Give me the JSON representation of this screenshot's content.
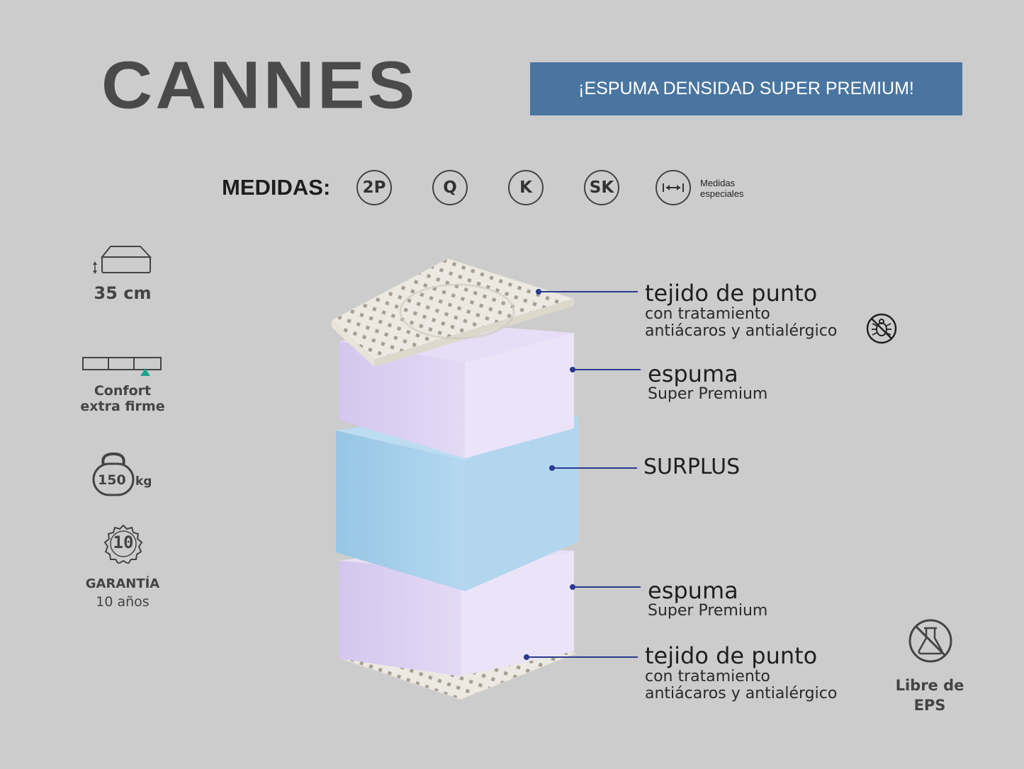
{
  "header": {
    "title": "CANNES",
    "banner": "¡ESPUMA DENSIDAD SUPER PREMIUM!"
  },
  "sizes": {
    "label": "MEDIDAS:",
    "items": [
      "2P",
      "Q",
      "K",
      "SK"
    ],
    "special_line1": "Medidas",
    "special_line2": "especiales",
    "special_icon": "width-arrows-icon"
  },
  "specs": {
    "height": "35 cm",
    "comfort_line1": "Confort",
    "comfort_line2": "extra firme",
    "comfort_level": 0.8,
    "weight_value": "150",
    "weight_unit": "kg",
    "warranty_years": "10",
    "warranty_title": "GARANTÍA",
    "warranty_sub": "10 años"
  },
  "layers": [
    {
      "title": "tejido de punto",
      "sub1": "con tratamiento",
      "sub2": "antiácaros y antialérgico",
      "icon": "anti-mite-icon"
    },
    {
      "title": "espuma",
      "sub1": "Super Premium"
    },
    {
      "title": "SURPLUS"
    },
    {
      "title": "espuma",
      "sub1": "Super Premium"
    },
    {
      "title": "tejido de punto",
      "sub1": "con tratamiento",
      "sub2": "antiácaros y antialérgico"
    }
  ],
  "eps": {
    "line1": "Libre de",
    "line2": "EPS",
    "icon": "no-eps-flask-icon"
  },
  "colors": {
    "banner": "#4a75a0",
    "foam": "#dcd0f0",
    "surplus": "#a8d0ea",
    "fabric": "#e8e6de",
    "leader": "#2b3a8f",
    "comfort_marker": "#1aa68a"
  }
}
